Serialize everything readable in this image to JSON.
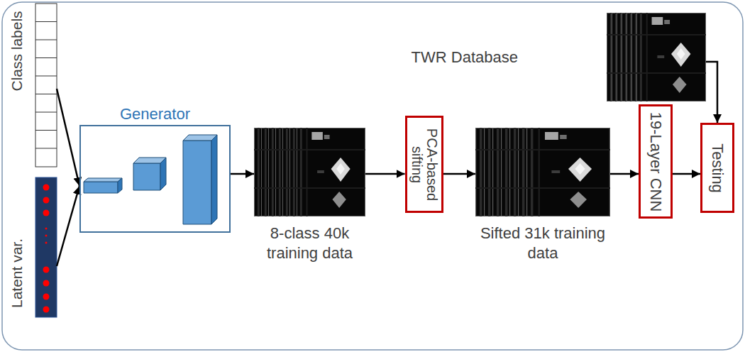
{
  "diagram": {
    "nodes": [
      {
        "text": [
          "Class labels"
        ]
      },
      {
        "text": [
          "Latent var."
        ]
      },
      {
        "text": [
          "Generator"
        ]
      },
      {
        "text": [
          "8-class 40k training data"
        ]
      },
      {
        "text": [
          "PCA-based sifting"
        ]
      },
      {
        "text": [
          "Sifted 31k training data"
        ]
      },
      {
        "text": [
          "19-Layer CNN"
        ]
      },
      {
        "text": [
          "TWR Database"
        ]
      },
      {
        "text": [
          "Testing"
        ]
      }
    ],
    "edges": [
      {
        "from": 0,
        "to": 2,
        "arrow": "to"
      },
      {
        "from": 1,
        "to": 2,
        "arrow": "to"
      },
      {
        "from": 2,
        "to": 3,
        "arrow": "to"
      },
      {
        "from": 3,
        "to": 4,
        "arrow": "to"
      },
      {
        "from": 4,
        "to": 5,
        "arrow": "to"
      },
      {
        "from": 5,
        "to": 6,
        "arrow": "to"
      },
      {
        "from": 6,
        "to": 8,
        "arrow": "to"
      },
      {
        "from": 7,
        "to": 8,
        "arrow": "to"
      }
    ]
  }
}
